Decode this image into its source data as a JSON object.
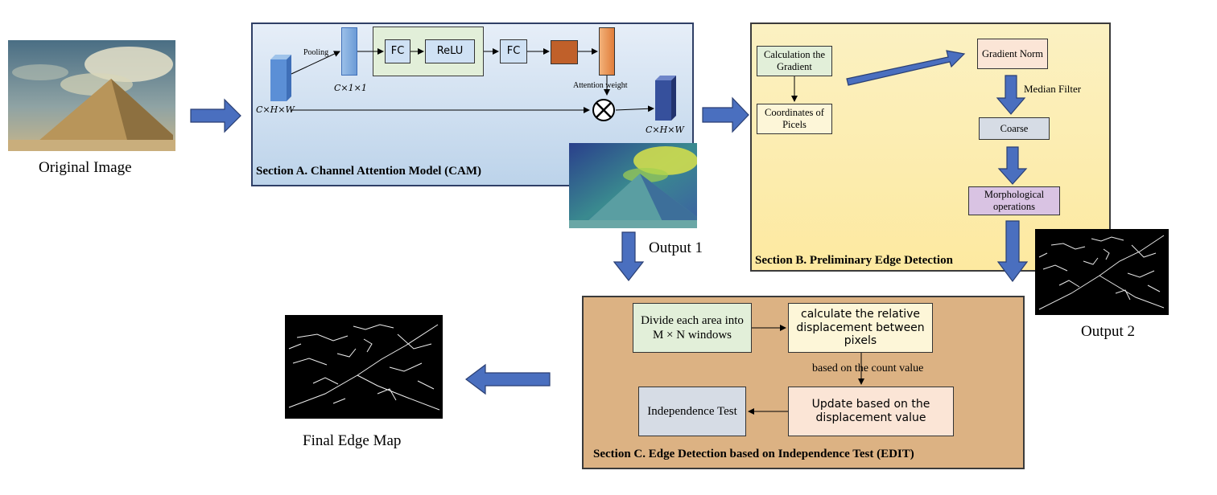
{
  "original_image": {
    "caption": "Original Image"
  },
  "section_a": {
    "title": "Section A. Channel Attention Model (CAM)",
    "input_label": "C×H×W",
    "pooling_label": "Pooling",
    "pooled_label": "C×1×1",
    "fc1": "FC",
    "relu": "ReLU",
    "fc2": "FC",
    "attention_label": "Attention weight",
    "output_label": "C×H×W",
    "multiply_symbol": "⊗"
  },
  "output1": {
    "label": "Output 1"
  },
  "section_b": {
    "title": "Section B. Preliminary Edge Detection",
    "calc_gradient": "Calculation the Gradient",
    "coordinates": "Coordinates of Picels",
    "gradient_norm": "Gradient Norm",
    "median_filter": "Median Filter",
    "coarse": "Coarse",
    "morphological": "Morphological operations"
  },
  "output2": {
    "label": "Output 2"
  },
  "section_c": {
    "title": "Section C. Edge Detection based on Independence Test (EDIT)",
    "divide": "Divide each area into M × N windows",
    "calculate": "calculate the relative displacement between pixels",
    "count_value": "based on the count value",
    "update": "Update based on the displacement value",
    "independence": "Independence Test"
  },
  "final": {
    "caption": "Final Edge Map"
  },
  "colors": {
    "arrow_blue": "#4a6fbf",
    "section_a_bg": "#cfe0f1",
    "section_b_bg": "#fdf3c6",
    "section_c_bg": "#dcb283",
    "green_box": "#e2efd9",
    "peach_box": "#fbe5d6",
    "grey_box": "#d6dce5",
    "purple_box": "#d9c3e3"
  }
}
